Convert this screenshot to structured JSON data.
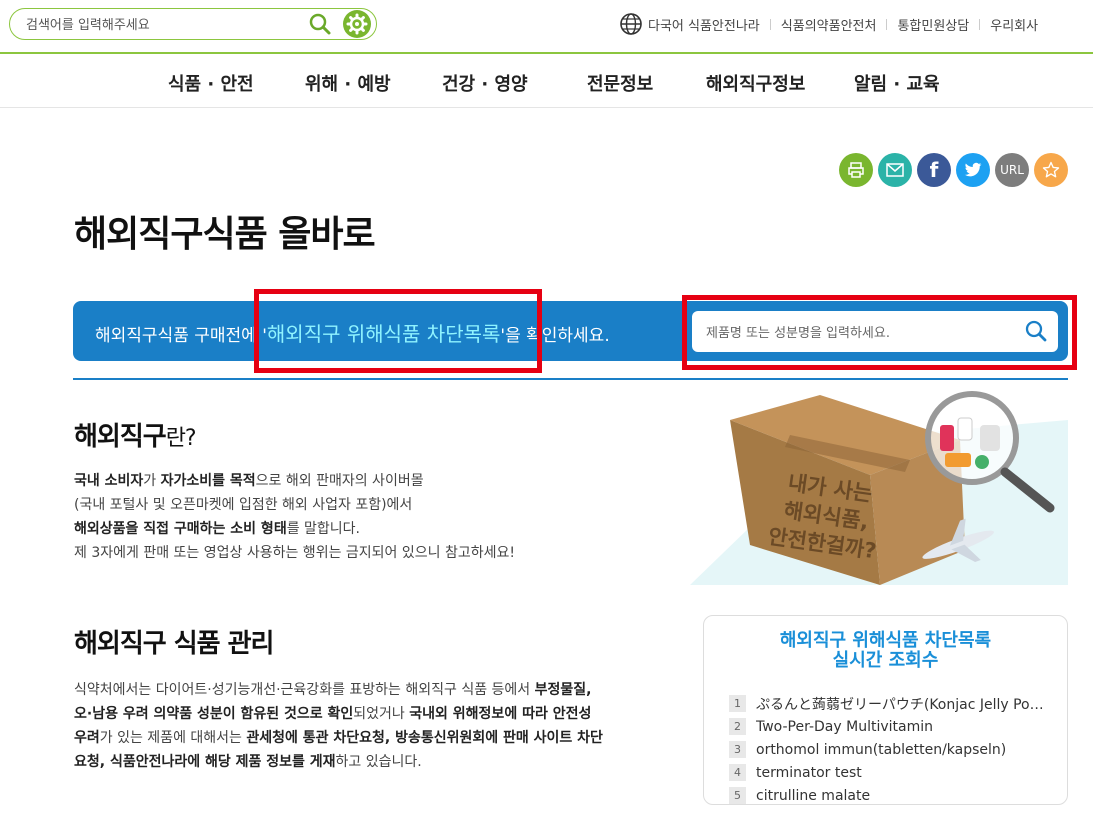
{
  "header": {
    "search_placeholder": "검색어를 입력해주세요",
    "util_links": [
      "다국어 식품안전나라",
      "식품의약품안전처",
      "통합민원상담",
      "우리회사"
    ]
  },
  "gnb": [
    "식품 · 안전",
    "위해 · 예방",
    "건강 · 영양",
    "전문정보",
    "해외직구정보",
    "알림 · 교육"
  ],
  "share": {
    "url_label": "URL"
  },
  "page_title": "해외직구식품 올바로",
  "banner": {
    "pre": "해외직구식품 구매전에 '",
    "highlight": "해외직구 위해식품 차단목록",
    "post": "'을 확인하세요.",
    "search_placeholder": "제품명 또는 성분명을 입력하세요."
  },
  "illustration": {
    "box_text": [
      "내가 사는",
      "해외식품,",
      "안전한걸까?"
    ]
  },
  "section1": {
    "title_main": "해외직구",
    "title_suffix": "란?",
    "lines": [
      [
        "국내 소비자",
        "가 ",
        "자가소비를 목적",
        "으로 해외 판매자의 사이버몰"
      ],
      [
        "(국내 포털사 및 오픈마켓에 입점한 해외 사업자 포함)에서"
      ],
      [
        "해외상품을 직접 구매하는 소비 형태",
        "를 말합니다."
      ],
      [
        "제 3자에게 판매 또는 영업상 사용하는 행위는 금지되어 있으니 참고하세요!"
      ]
    ]
  },
  "section2": {
    "title": "해외직구 식품 관리",
    "p": [
      "식약처에서는 다이어트·성기능개선·근육강화를 표방하는 해외직구 식품 등에서 ",
      "부정물질,",
      "오·남용 우려 의약품 성분이 함유된 것으로 확인",
      "되었거나 ",
      "국내외 위해정보에 따라 안전성",
      "우려",
      "가 있는 제품에 대해서는 ",
      "관세청에 통관 차단요청, 방송통신위원회에 판매 사이트 차단",
      "요청, 식품안전나라에 해당 제품 정보를 게재",
      "하고 있습니다."
    ]
  },
  "ranking": {
    "title_line1": "해외직구 위해식품 차단목록",
    "title_line2": "실시간 조회수",
    "items": [
      {
        "rank": "1",
        "name": "ぷるんと蒟蒻ゼリーパウチ(Konjac Jelly Pouch)"
      },
      {
        "rank": "2",
        "name": "Two-Per-Day Multivitamin"
      },
      {
        "rank": "3",
        "name": "orthomol immun(tabletten/kapseln)"
      },
      {
        "rank": "4",
        "name": "terminator test"
      },
      {
        "rank": "5",
        "name": "citrulline malate"
      }
    ]
  },
  "colors": {
    "green": "#8cc63f",
    "blue": "#1a7fc7",
    "highlight": "#8ff3ff",
    "red_box": "#e60012"
  }
}
